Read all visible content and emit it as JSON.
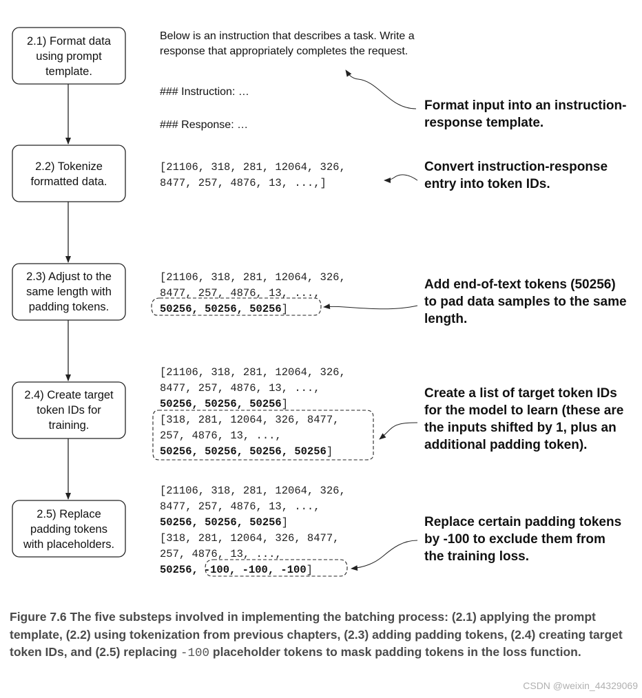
{
  "steps": [
    {
      "lines": [
        "2.1) Format data",
        "using prompt",
        "template."
      ]
    },
    {
      "lines": [
        "2.2) Tokenize",
        "formatted data."
      ]
    },
    {
      "lines": [
        "2.3) Adjust to the",
        "same length with",
        "padding tokens."
      ]
    },
    {
      "lines": [
        "2.4) Create target",
        "token IDs for",
        "training."
      ]
    },
    {
      "lines": [
        "2.5) Replace",
        "padding tokens",
        "with placeholders."
      ]
    }
  ],
  "prompt_template": {
    "lines": [
      "Below is an instruction that describes a task. Write a",
      "response that appropriately completes the request.",
      "### Instruction: …",
      "### Response: …"
    ]
  },
  "token_blocks": {
    "tokenized": [
      "[21106, 318, 281, 12064, 326,",
      "8477, 257, 4876, 13, ...,]"
    ],
    "padded": [
      "[21106, 318, 281, 12064, 326,",
      "8477, 257, 4876, 13, ...,",
      "50256, 50256, 50256",
      "]"
    ],
    "targets_inputs": [
      "[21106, 318, 281, 12064, 326,",
      "8477, 257, 4876, 13, ...,",
      "50256, 50256, 50256",
      "]"
    ],
    "targets": [
      "[318, 281, 12064, 326, 8477,",
      "257, 4876, 13, ...,",
      "50256, 50256, 50256, 50256",
      "]"
    ],
    "replaced_inputs": [
      "[21106, 318, 281, 12064, 326,",
      "8477, 257, 4876, 13, ...,",
      "50256, 50256, 50256",
      "]"
    ],
    "replaced_targets": [
      "[318, 281, 12064, 326, 8477,",
      "257, 4876, 13, ...,",
      "50256,",
      "-100, -100, -100",
      "]"
    ]
  },
  "annotations": [
    {
      "lines": [
        "Format input into an instruction-",
        "response template."
      ]
    },
    {
      "lines": [
        "Convert instruction-response",
        "entry into token IDs."
      ]
    },
    {
      "lines": [
        "Add end-of-text tokens (50256)",
        "to pad data samples to the same",
        "length."
      ]
    },
    {
      "lines": [
        "Create a list of target token IDs",
        "for the model to learn (these are",
        "the inputs shifted by 1, plus an",
        "additional padding token)."
      ]
    },
    {
      "lines": [
        "Replace certain padding tokens",
        "by -100 to exclude them from",
        "the training loss."
      ]
    }
  ],
  "caption": {
    "label": "Figure 7.6",
    "text_before": "The five substeps involved in implementing the batching process: (2.1) applying the prompt template, (2.2) using tokenization from previous chapters, (2.3) adding padding tokens, (2.4) creating target token IDs, and (2.5) replacing",
    "code": "-100",
    "text_after": "placeholder tokens to mask padding tokens in the loss function."
  },
  "watermark": "CSDN @weixin_44329069"
}
